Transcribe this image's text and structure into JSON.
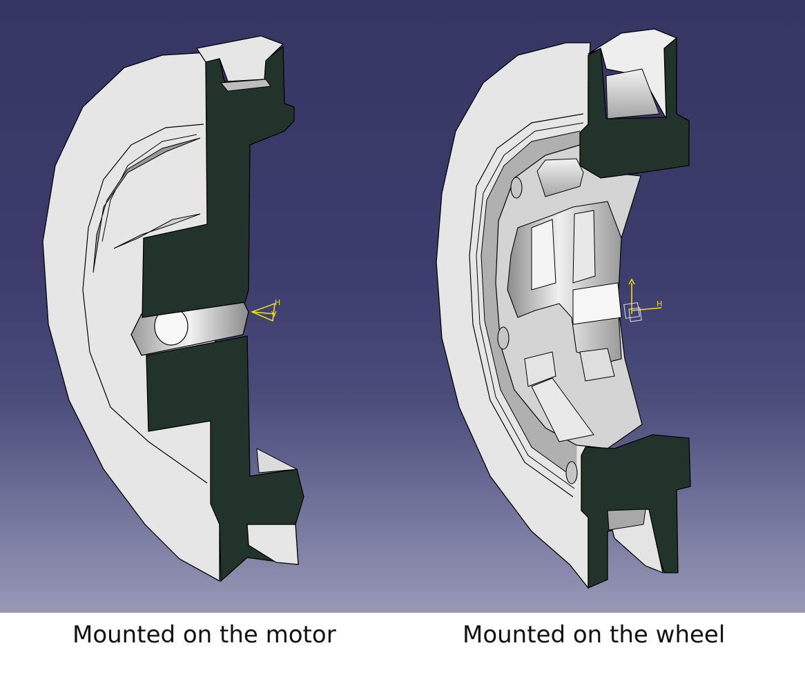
{
  "captions": {
    "left": "Mounted on the motor",
    "right": "Mounted on the wheel"
  },
  "axis_labels": {
    "left_h": "H",
    "left_v": "V",
    "right_h": "H"
  },
  "colors": {
    "background_top": "#363663",
    "background_bottom": "#9898b6",
    "part_surface": "#e6e6e6",
    "section_cut": "#22332c",
    "axis_marker": "#f0e000"
  },
  "icons": {
    "left_view": "compass-axis-icon",
    "right_view": "compass-axis-icon"
  }
}
